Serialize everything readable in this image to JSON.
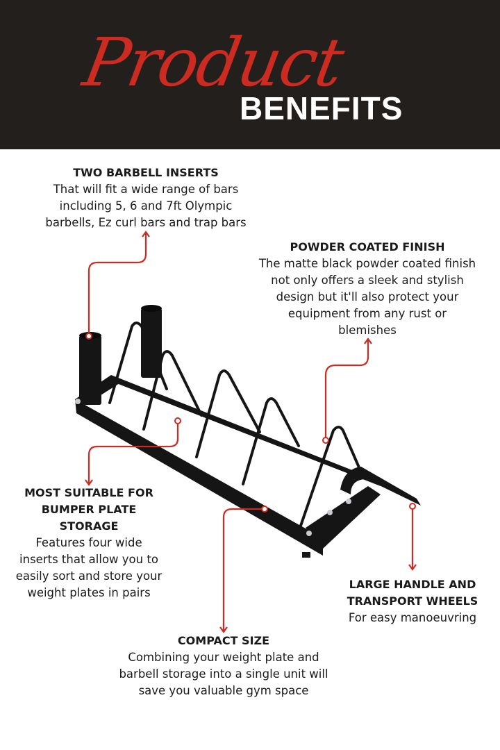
{
  "header": {
    "script_title": "Product",
    "bold_title": "BENEFITS",
    "background_color": "#231f1c",
    "accent_color": "#cc2b22"
  },
  "product_image": {
    "description": "black horizontal bumper plate rack with two barbell inserts, four wide plate inserts, handle and transport wheels"
  },
  "callouts": [
    {
      "heading": "TWO BARBELL INSERTS",
      "lines": [
        "That will fit a wide range of bars",
        "including 5, 6 and 7ft Olympic",
        "barbells, Ez curl bars and trap bars"
      ]
    },
    {
      "heading": "POWDER COATED FINISH",
      "lines": [
        "The matte black powder coated finish",
        "not only offers a sleek and stylish",
        "design but it'll also protect your",
        "equipment from any rust or",
        "blemishes"
      ]
    },
    {
      "heading_lines": [
        "MOST SUITABLE FOR",
        "BUMPER PLATE",
        "STORAGE"
      ],
      "lines": [
        "Features four wide",
        "inserts that allow you to",
        "easily sort and store your",
        "weight plates in pairs"
      ]
    },
    {
      "heading_lines": [
        "LARGE HANDLE AND",
        "TRANSPORT WHEELS"
      ],
      "lines": [
        "For easy manoeuvring"
      ]
    },
    {
      "heading": "COMPACT SIZE",
      "lines": [
        "Combining your weight plate and",
        "barbell storage into a single unit will",
        "save you valuable gym space"
      ]
    }
  ]
}
